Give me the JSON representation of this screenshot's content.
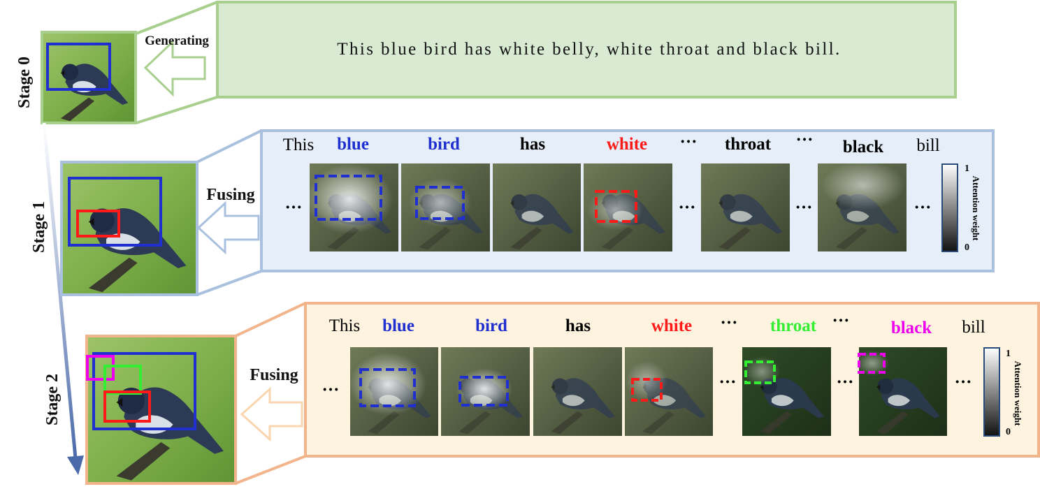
{
  "stages": [
    {
      "label": "Stage 0",
      "action": "Generating",
      "sentence": "This blue bird has white belly, white throat and black bill."
    },
    {
      "label": "Stage 1",
      "action": "Fusing",
      "words": [
        {
          "text": "This",
          "color": "#000000",
          "bold": false
        },
        {
          "text": "blue",
          "color": "#1f2fd0",
          "bold": true
        },
        {
          "text": "bird",
          "color": "#1f2fd0",
          "bold": true
        },
        {
          "text": "has",
          "color": "#000000",
          "bold": true
        },
        {
          "text": "white",
          "color": "#ff1a1a",
          "bold": true
        },
        {
          "text": "···",
          "color": "#000000",
          "bold": true
        },
        {
          "text": "throat",
          "color": "#000000",
          "bold": true
        },
        {
          "text": "···",
          "color": "#000000",
          "bold": true
        },
        {
          "text": "black",
          "color": "#000000",
          "bold": true
        },
        {
          "text": "bill",
          "color": "#000000",
          "bold": false
        }
      ],
      "colorbar": {
        "max": "1",
        "min": "0",
        "title": "Attention weight"
      }
    },
    {
      "label": "Stage 2",
      "action": "Fusing",
      "words": [
        {
          "text": "This",
          "color": "#000000",
          "bold": false
        },
        {
          "text": "blue",
          "color": "#1f2fd0",
          "bold": true
        },
        {
          "text": "bird",
          "color": "#1f2fd0",
          "bold": true
        },
        {
          "text": "has",
          "color": "#000000",
          "bold": true
        },
        {
          "text": "white",
          "color": "#ff1a1a",
          "bold": true
        },
        {
          "text": "···",
          "color": "#000000",
          "bold": true
        },
        {
          "text": "throat",
          "color": "#33ee33",
          "bold": true
        },
        {
          "text": "···",
          "color": "#000000",
          "bold": true
        },
        {
          "text": "black",
          "color": "#ee00ee",
          "bold": true
        },
        {
          "text": "bill",
          "color": "#000000",
          "bold": false
        }
      ],
      "colorbar": {
        "max": "1",
        "min": "0",
        "title": "Attention weight"
      }
    }
  ],
  "ellipsis": "···",
  "colors": {
    "stage0_fill": "#d9ead3",
    "stage0_border": "#a8cf8e",
    "stage1_fill": "#e6eff9",
    "stage1_border": "#a9c0df",
    "stage2_fill": "#fdf3df",
    "stage2_border": "#f2b48a",
    "blue_box": "#1f2fd0",
    "red_box": "#ff1a1a",
    "green_box": "#33ee33",
    "magenta_box": "#ee00ee"
  }
}
